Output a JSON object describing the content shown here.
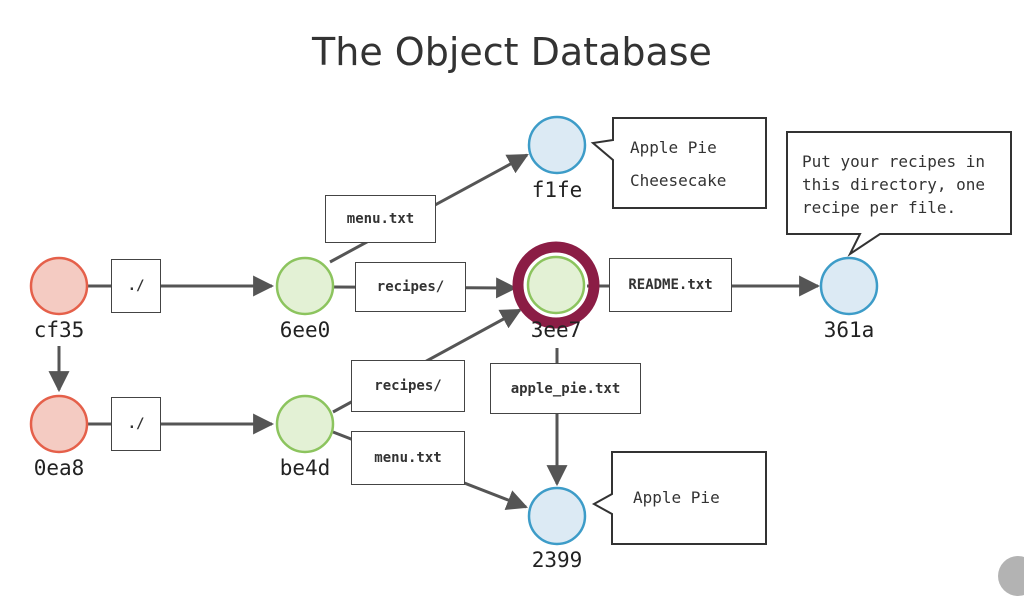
{
  "title": "The Object Database",
  "colors": {
    "commit_fill": "#f4cbc2",
    "commit_stroke": "#e5604a",
    "tree_fill": "#e3f1d5",
    "tree_stroke": "#8cc45e",
    "blob_fill": "#dceaf4",
    "blob_stroke": "#3d9cc8",
    "highlight_ring": "#8b1d45",
    "arrow": "#555555"
  },
  "nodes": {
    "cf35": "cf35",
    "0ea8": "0ea8",
    "6ee0": "6ee0",
    "be4d": "be4d",
    "f1fe": "f1fe",
    "3ee7": "3ee7",
    "361a": "361a",
    "2399": "2399"
  },
  "edge_labels": {
    "root_top": "./",
    "root_bottom": "./",
    "menu_top": "menu.txt",
    "recipes_top": "recipes/",
    "readme": "README.txt",
    "recipes_bottom": "recipes/",
    "menu_bottom": "menu.txt",
    "apple_pie": "apple_pie.txt"
  },
  "contents": {
    "f1fe": [
      "Apple Pie",
      "Cheesecake"
    ],
    "361a": [
      "Put your recipes in",
      "this directory, one",
      "recipe per file."
    ],
    "2399": [
      "Apple Pie"
    ]
  }
}
